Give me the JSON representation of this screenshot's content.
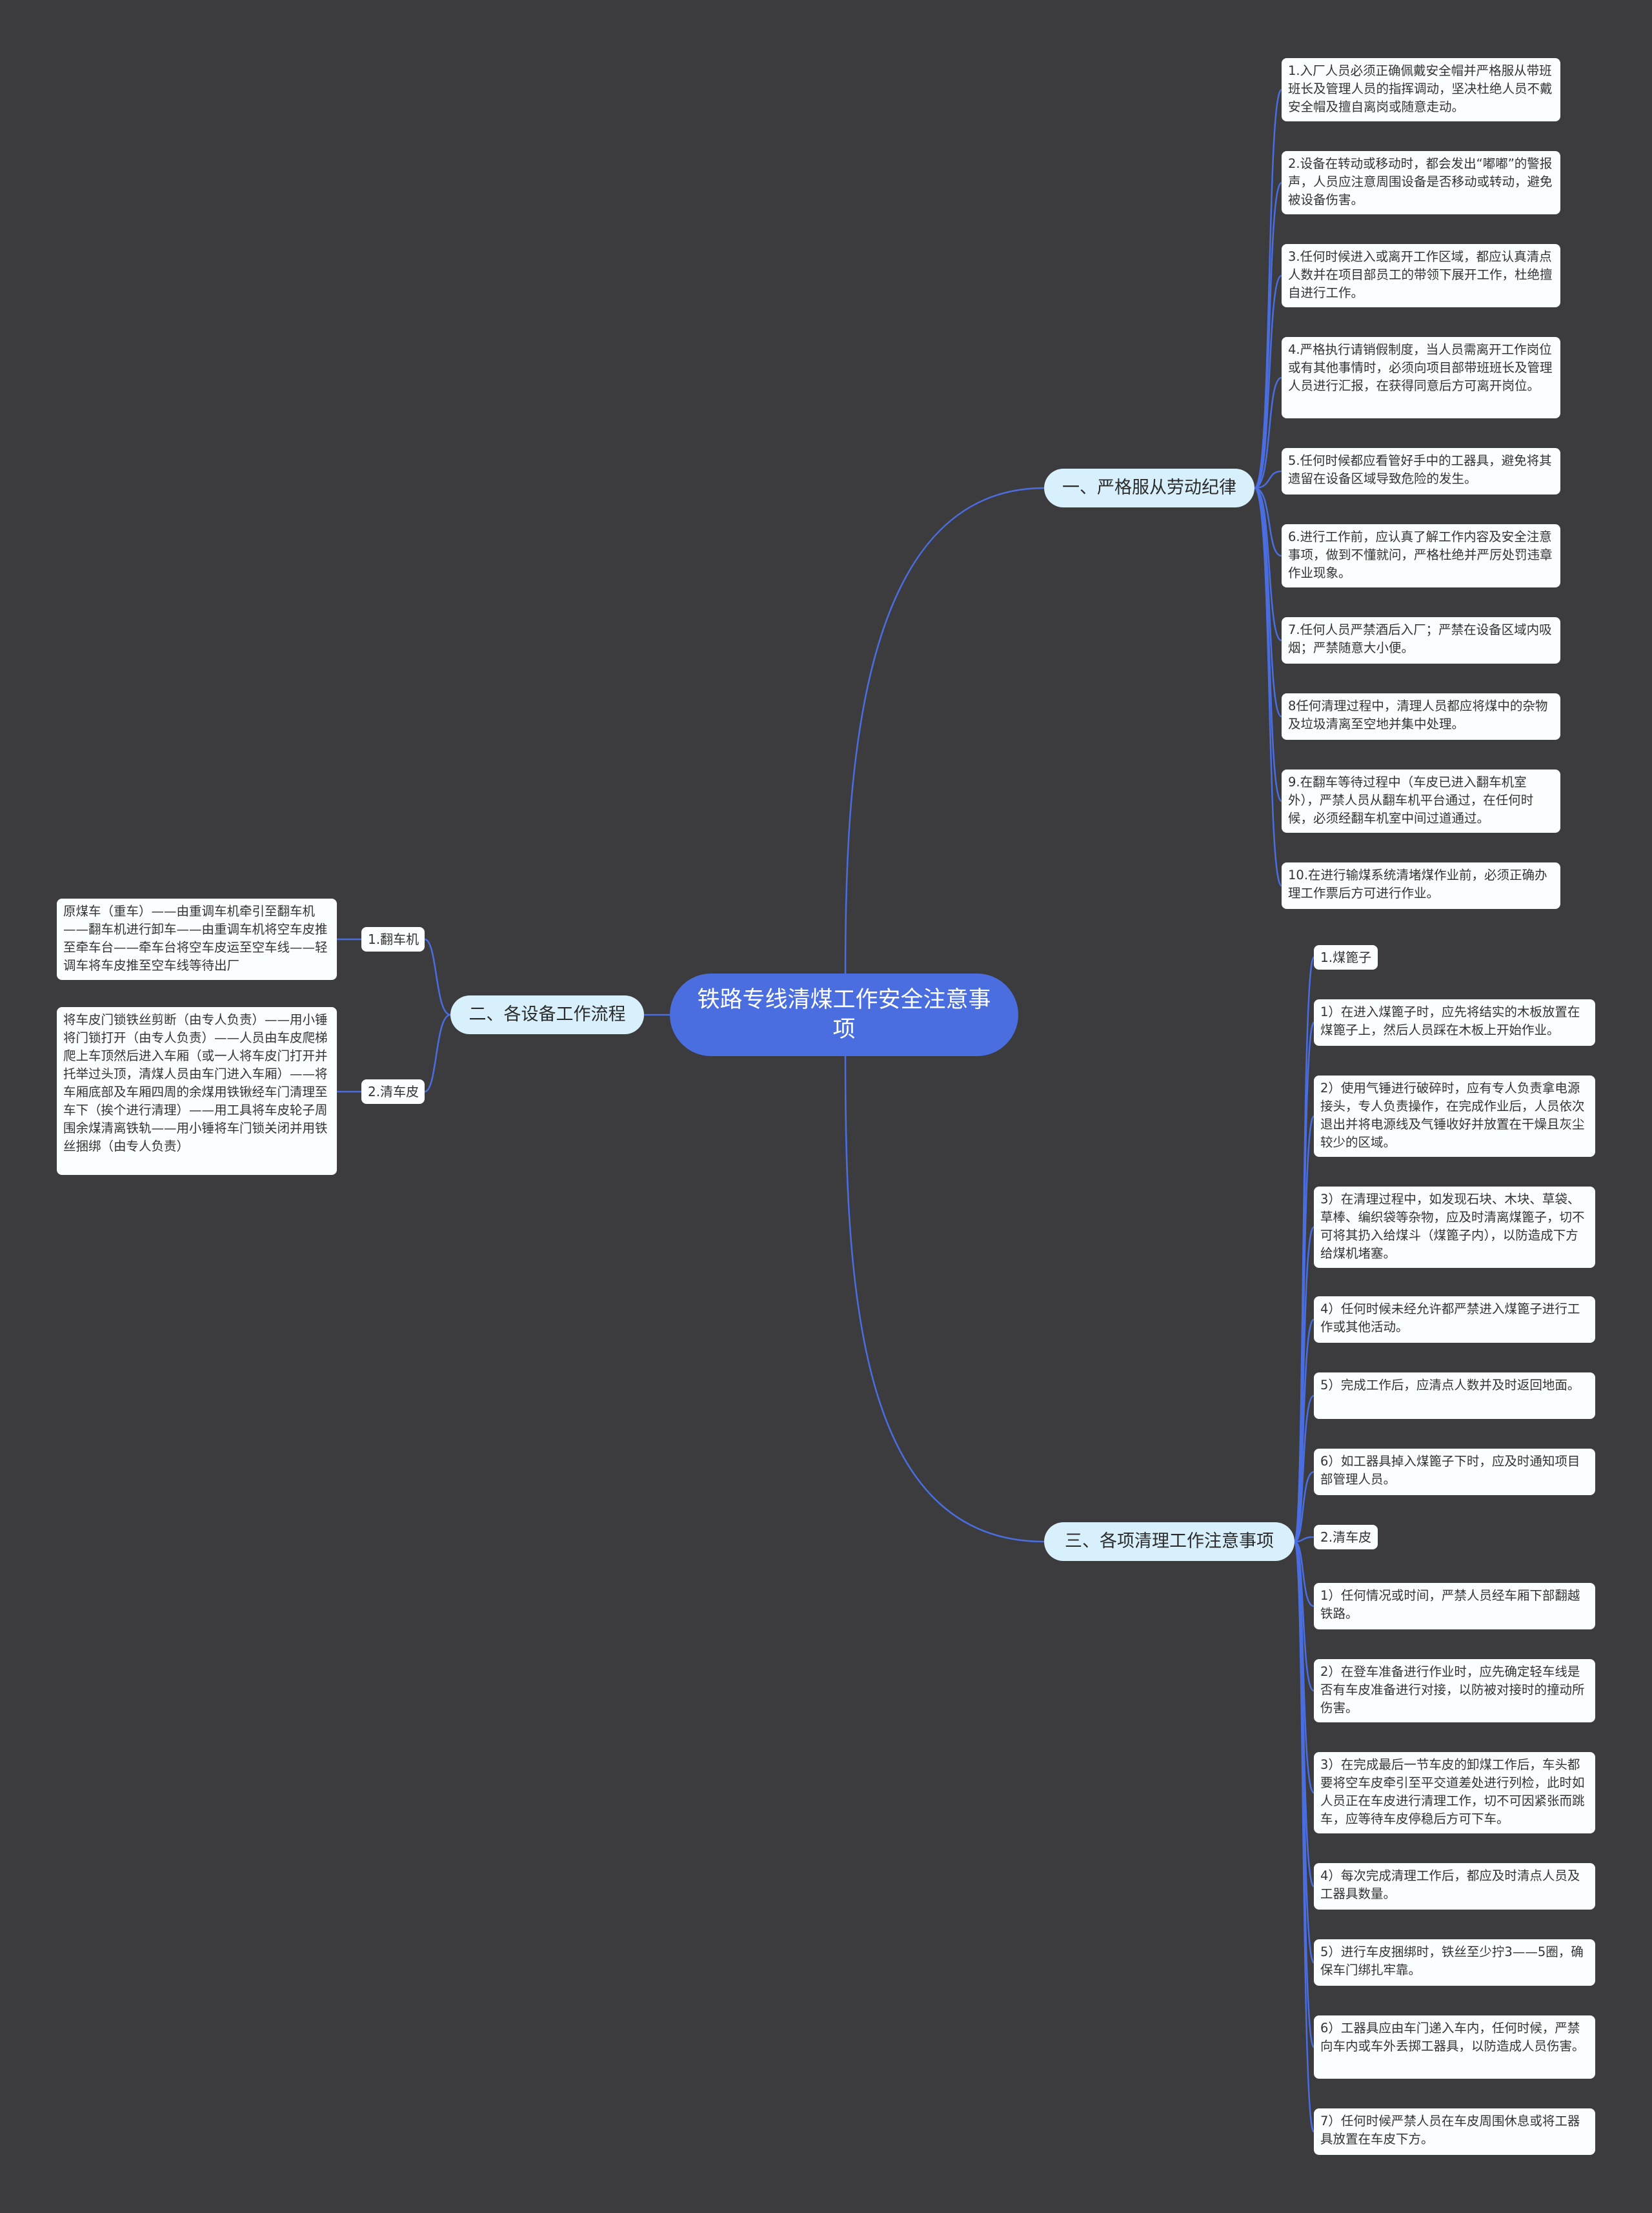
{
  "root": {
    "title": "铁路专线清煤工作安全注意事项"
  },
  "branch1": {
    "label": "一、严格服从劳动纪律",
    "items": [
      "1.入厂人员必须正确佩戴安全帽并严格服从带班班长及管理人员的指挥调动，坚决杜绝人员不戴安全帽及擅自离岗或随意走动。",
      "2.设备在转动或移动时，都会发出“嘟嘟”的警报声，人员应注意周围设备是否移动或转动，避免被设备伤害。",
      "3.任何时候进入或离开工作区域，都应认真清点人数并在项目部员工的带领下展开工作，杜绝擅自进行工作。",
      "4.严格执行请销假制度，当人员需离开工作岗位或有其他事情时，必须向项目部带班班长及管理人员进行汇报，在获得同意后方可离开岗位。",
      "5.任何时候都应看管好手中的工器具，避免将其遗留在设备区域导致危险的发生。",
      "6.进行工作前，应认真了解工作内容及安全注意事项，做到不懂就问，严格杜绝并严厉处罚违章作业现象。",
      "7.任何人员严禁酒后入厂；严禁在设备区域内吸烟；严禁随意大小便。",
      "8任何清理过程中，清理人员都应将煤中的杂物及垃圾清离至空地并集中处理。",
      "9.在翻车等待过程中（车皮已进入翻车机室外），严禁人员从翻车机平台通过，在任何时候，必须经翻车机室中间过道通过。",
      "10.在进行输煤系统清堵煤作业前，必须正确办理工作票后方可进行作业。"
    ]
  },
  "branch2": {
    "label": "二、各设备工作流程",
    "subs": [
      {
        "label": "1.翻车机",
        "detail": "原煤车（重车）——由重调车机牵引至翻车机——翻车机进行卸车——由重调车机将空车皮推至牵车台——牵车台将空车皮运至空车线——轻调车将车皮推至空车线等待出厂"
      },
      {
        "label": "2.清车皮",
        "detail": "将车皮门锁铁丝剪断（由专人负责）——用小锤将门锁打开（由专人负责）——人员由车皮爬梯爬上车顶然后进入车厢（或一人将车皮门打开并托举过头顶，清煤人员由车门进入车厢）——将车厢底部及车厢四周的余煤用铁锹经车门清理至车下（挨个进行清理）——用工具将车皮轮子周围余煤清离铁轨——用小锤将车门锁关闭并用铁丝捆绑（由专人负责）"
      }
    ]
  },
  "branch3": {
    "label": "三、各项清理工作注意事项",
    "groups": [
      {
        "label": "1.煤篦子",
        "items": [
          "1）在进入煤篦子时，应先将结实的木板放置在煤篦子上，然后人员踩在木板上开始作业。",
          "2）使用气锤进行破碎时，应有专人负责拿电源接头，专人负责操作，在完成作业后，人员依次退出并将电源线及气锤收好并放置在干燥且灰尘较少的区域。",
          "3）在清理过程中，如发现石块、木块、草袋、草棒、编织袋等杂物，应及时清离煤篦子，切不可将其扔入给煤斗（煤篦子内），以防造成下方给煤机堵塞。",
          "4）任何时候未经允许都严禁进入煤篦子进行工作或其他活动。",
          "5）完成工作后，应清点人数并及时返回地面。",
          "6）如工器具掉入煤篦子下时，应及时通知项目部管理人员。"
        ]
      },
      {
        "label": "2.清车皮",
        "items": [
          "1）任何情况或时间，严禁人员经车厢下部翻越铁路。",
          "2）在登车准备进行作业时，应先确定轻车线是否有车皮准备进行对接，以防被对接时的撞动所伤害。",
          "3）在完成最后一节车皮的卸煤工作后，车头都要将空车皮牵引至平交道差处进行列检，此时如人员正在车皮进行清理工作，切不可因紧张而跳车，应等待车皮停稳后方可下车。",
          "4）每次完成清理工作后，都应及时清点人员及工器具数量。",
          "5）进行车皮捆绑时，铁丝至少拧3——5圈，确保车门绑扎牢靠。",
          "6）工器具应由车门递入车内，任何时候，严禁向车内或车外丢掷工器具，以防造成人员伤害。",
          "7）任何时候严禁人员在车皮周围休息或将工器具放置在车皮下方。"
        ]
      }
    ]
  },
  "colors": {
    "background": "#3c3b3d",
    "root": "#4a6ee0",
    "branch": "#d7f0fb",
    "card": "#fbfeff",
    "link": "#4a6ee0"
  }
}
